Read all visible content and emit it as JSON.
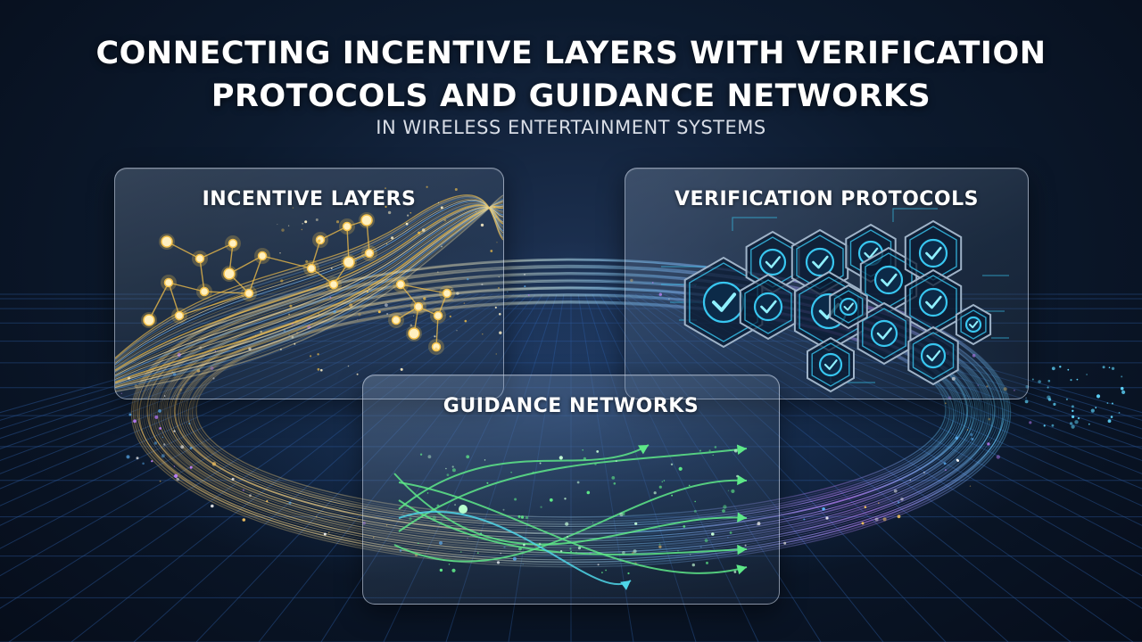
{
  "header": {
    "title_line1": "CONNECTING INCENTIVE LAYERS WITH VERIFICATION",
    "title_line2": "PROTOCOLS AND GUIDANCE NETWORKS",
    "subtitle": "IN WIRELESS ENTERTAINMENT SYSTEMS"
  },
  "panels": {
    "incentive": {
      "title": "INCENTIVE LAYERS",
      "icon": "network-nodes-icon",
      "accent": "#f5c24a"
    },
    "verification": {
      "title": "VERIFICATION PROTOCOLS",
      "icon": "checkmark-shield-icon",
      "accent": "#38c6f0"
    },
    "guidance": {
      "title": "GUIDANCE NETWORKS",
      "icon": "directional-arrows-icon",
      "accent": "#5ee888"
    }
  },
  "colors": {
    "background": "#0c1a2e",
    "grid": "#2d5aa0",
    "stream_gold": "#f0c060",
    "stream_blue": "#60b8ff",
    "stream_violet": "#c080ff"
  }
}
